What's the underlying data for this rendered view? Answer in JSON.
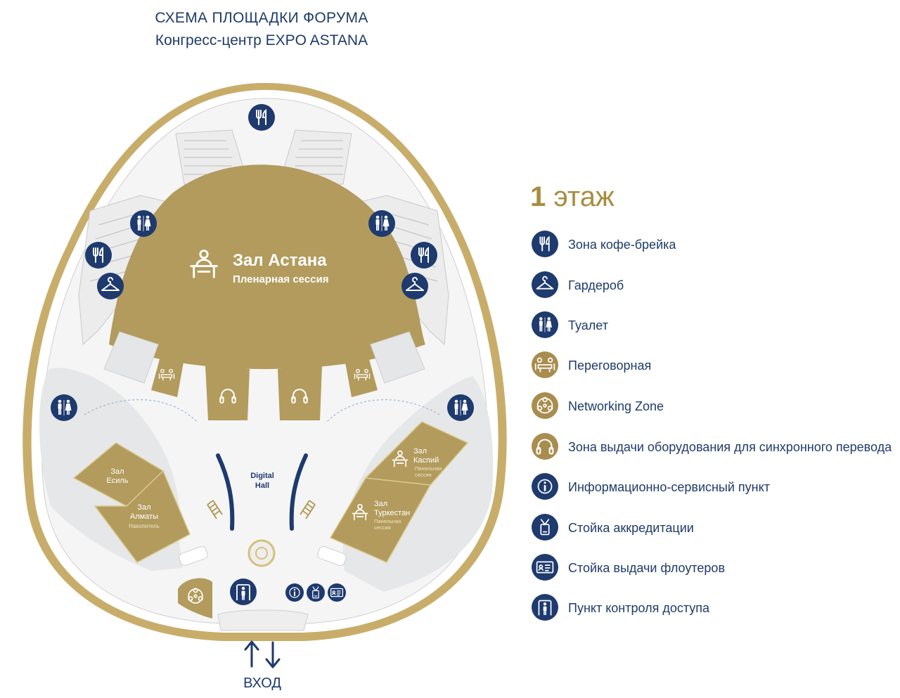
{
  "header": {
    "line1": "СХЕМА ПЛОЩАДКИ ФОРУМА",
    "line2": "Конгресс-центр EXPO ASTANA"
  },
  "floor": {
    "number": "1",
    "label": "этаж"
  },
  "halls": {
    "astana_name": "Зал Астана",
    "astana_sub": "Пленарная сессия",
    "digital_1": "Digital",
    "digital_2": "Hall",
    "esil_1": "Зал",
    "esil_2": "Есиль",
    "almaty_1": "Зал",
    "almaty_2": "Алматы",
    "almaty_sub": "Накопитель",
    "kaspiy_1": "Зал",
    "kaspiy_2": "Каспий",
    "kaspiy_sub1": "Панельная",
    "kaspiy_sub2": "сессия",
    "turk_1": "Зал",
    "turk_2": "Туркестан",
    "turk_sub1": "Панельная",
    "turk_sub2": "сессия"
  },
  "entrance": {
    "label": "ВХОД"
  },
  "legend": [
    {
      "icon": "coffee-break-icon",
      "color": "navy",
      "label": "Зона кофе-брейка"
    },
    {
      "icon": "wardrobe-icon",
      "color": "navy",
      "label": "Гардероб"
    },
    {
      "icon": "toilet-icon",
      "color": "navy",
      "label": "Туалет"
    },
    {
      "icon": "meeting-room-icon",
      "color": "gold",
      "label": "Переговорная"
    },
    {
      "icon": "networking-icon",
      "color": "gold",
      "label": "Networking Zone"
    },
    {
      "icon": "headphones-icon",
      "color": "gold",
      "label": "Зона выдачи оборудования для синхронного перевода"
    },
    {
      "icon": "info-icon",
      "color": "navy",
      "label": "Информационно-сервисный пункт"
    },
    {
      "icon": "badge-icon",
      "color": "navy",
      "label": "Стойка аккредитации"
    },
    {
      "icon": "id-card-icon",
      "color": "navy",
      "label": "Стойка выдачи флоутеров"
    },
    {
      "icon": "access-control-icon",
      "color": "navy",
      "label": "Пункт контроля доступа"
    }
  ],
  "colors": {
    "navy": "#1e3a6e",
    "gold": "#b19a5c",
    "gold_light": "#d7c88f",
    "floor": "#f4f4f4",
    "grey_room": "#e6e7e8"
  }
}
